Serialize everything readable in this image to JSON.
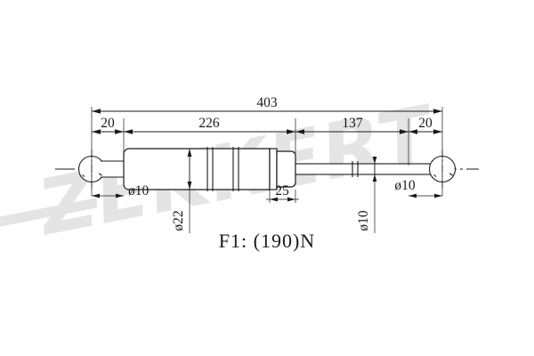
{
  "drawing": {
    "title": "Gas spring technical drawing",
    "background_color": "#ffffff",
    "line_color": "#1a1a1a",
    "watermark": {
      "text": "ZEKKERT",
      "color": "#e2e2e2"
    },
    "force_label": "F1: (190)N",
    "dimensions": {
      "overall_length": "403",
      "left_eye": "20",
      "cylinder": "226",
      "rod": "137",
      "right_eye": "20",
      "gland": "25"
    },
    "diameters": {
      "left_eye_bore": "ø10",
      "cylinder_od": "ø22",
      "rod_od": "ø10",
      "right_eye_bore": "ø10"
    }
  }
}
